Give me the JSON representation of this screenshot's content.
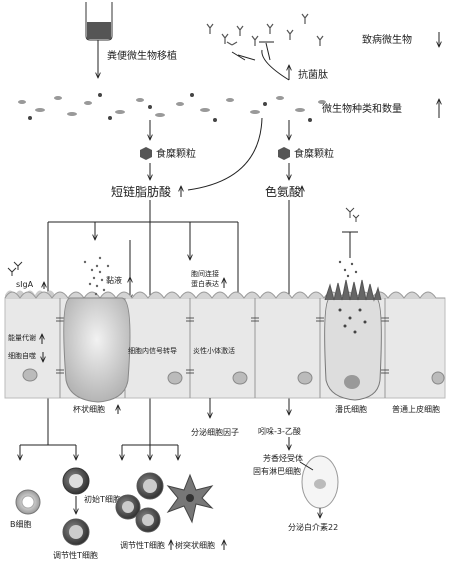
{
  "labels": {
    "fmt": "粪便微生物移植",
    "pathogen": "致病微生物",
    "antimicrobial": "抗菌肽",
    "diversity": "微生物种类和数量",
    "chyme1": "食糜颗粒",
    "chyme2": "食糜颗粒",
    "scfa": "短链脂肪酸",
    "tryptophan": "色氨酸",
    "siga": "sIgA",
    "mucus": "黏液",
    "tight_junction_1": "胞间连接",
    "tight_junction_2": "蛋白表达",
    "energy": "能量代谢",
    "autophagy": "细胞自噬",
    "signal": "细胞内信号转导",
    "inflammasome": "炎性小体激活",
    "goblet": "杯状细胞",
    "tuft": "潘氏细胞",
    "epithelial": "普通上皮细胞",
    "secrete_factor": "分泌细胞因子",
    "indole": "吲哚-3-乙酸",
    "ahr": "芳香烃受体",
    "ilc": "固有淋巴细胞",
    "il22": "分泌白介素22",
    "naive_t": "初始T细胞",
    "b_cell": "B细胞",
    "treg1": "调节性T细胞",
    "treg2": "调节性T细胞",
    "dc": "树突状细胞"
  }
}
